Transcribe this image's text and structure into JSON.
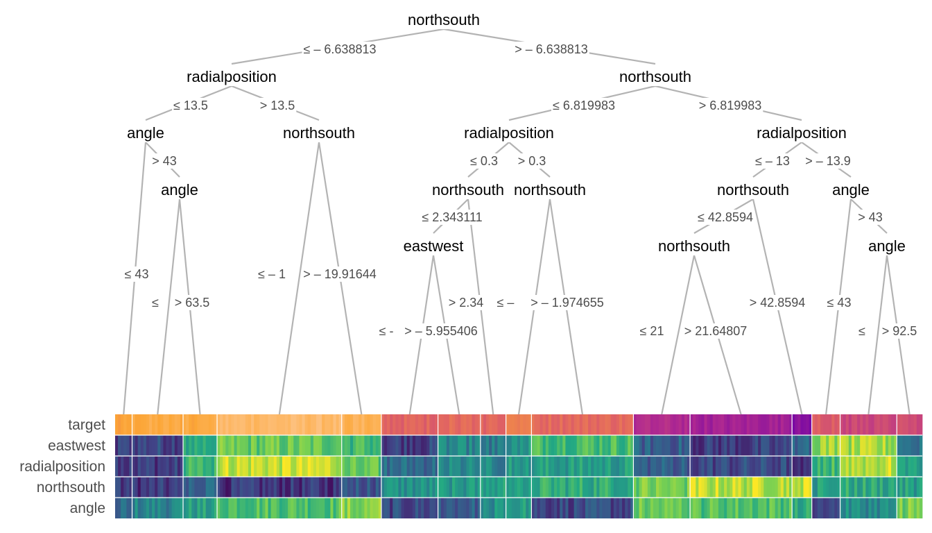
{
  "chart_data": {
    "type": "heatmap",
    "subtype": "decision-tree-heatmap",
    "colors": {
      "tree_lines": "#b3b3b3",
      "target_palette": "plasma",
      "feature_palette": "viridis"
    },
    "rows": [
      "target",
      "eastwest",
      "radialposition",
      "northsouth",
      "angle"
    ],
    "nodes": [
      {
        "id": "n1",
        "label": "northsouth"
      },
      {
        "id": "n2",
        "label": "radialposition"
      },
      {
        "id": "n3",
        "label": "northsouth"
      },
      {
        "id": "n4",
        "label": "angle"
      },
      {
        "id": "n5",
        "label": "northsouth"
      },
      {
        "id": "n6",
        "label": "angle"
      },
      {
        "id": "n7",
        "label": "radialposition"
      },
      {
        "id": "n8",
        "label": "radialposition"
      },
      {
        "id": "n9",
        "label": "northsouth"
      },
      {
        "id": "n10",
        "label": "northsouth"
      },
      {
        "id": "n11",
        "label": "eastwest"
      },
      {
        "id": "n12",
        "label": "northsouth"
      },
      {
        "id": "n13",
        "label": "angle"
      },
      {
        "id": "n14",
        "label": "northsouth"
      },
      {
        "id": "n15",
        "label": "angle"
      }
    ],
    "edges": [
      {
        "from": "n1",
        "to": "n2",
        "label": "≤ – 6.638813"
      },
      {
        "from": "n1",
        "to": "n3",
        "label": "> – 6.638813"
      },
      {
        "from": "n2",
        "to": "n4",
        "label": "≤ 13.5"
      },
      {
        "from": "n2",
        "to": "n5",
        "label": "> 13.5"
      },
      {
        "from": "n3",
        "to": "n7",
        "label": "≤ 6.819983"
      },
      {
        "from": "n3",
        "to": "n8",
        "label": "> 6.819983"
      },
      {
        "from": "n4",
        "to": "leaf1",
        "label": "≤ 43"
      },
      {
        "from": "n4",
        "to": "n6",
        "label": "> 43"
      },
      {
        "from": "n6",
        "to": "leaf2",
        "label": "≤"
      },
      {
        "from": "n6",
        "to": "leaf3",
        "label": "> 63.5"
      },
      {
        "from": "n5",
        "to": "leaf4",
        "label": "≤ – 1"
      },
      {
        "from": "n5",
        "to": "leaf5",
        "label": "> – 19.91644"
      },
      {
        "from": "n7",
        "to": "n9",
        "label": "≤ 0.3"
      },
      {
        "from": "n7",
        "to": "n10",
        "label": "> 0.3"
      },
      {
        "from": "n9",
        "to": "n11",
        "label": "≤ 2.343111"
      },
      {
        "from": "n9",
        "to": "leaf8",
        "label": "> 2.34"
      },
      {
        "from": "n11",
        "to": "leaf6",
        "label": "≤ -"
      },
      {
        "from": "n11",
        "to": "leaf7",
        "label": "> – 5.955406"
      },
      {
        "from": "n10",
        "to": "leaf9",
        "label": "≤ –"
      },
      {
        "from": "n10",
        "to": "leaf10",
        "label": "> – 1.974655"
      },
      {
        "from": "n8",
        "to": "n12",
        "label": "≤ – 13"
      },
      {
        "from": "n8",
        "to": "n13",
        "label": "> – 13.9"
      },
      {
        "from": "n12",
        "to": "n14",
        "label": "≤ 42.8594"
      },
      {
        "from": "n12",
        "to": "leaf13",
        "label": "> 42.8594"
      },
      {
        "from": "n14",
        "to": "leaf11",
        "label": "≤ 21"
      },
      {
        "from": "n14",
        "to": "leaf12",
        "label": "> 21.64807"
      },
      {
        "from": "n13",
        "to": "leaf14",
        "label": "≤ 43"
      },
      {
        "from": "n13",
        "to": "n15",
        "label": "> 43"
      },
      {
        "from": "n15",
        "to": "leaf15",
        "label": "≤"
      },
      {
        "from": "n15",
        "to": "leaf16",
        "label": "> 92.5"
      }
    ],
    "leaves": [
      {
        "id": "leaf1",
        "n": 6,
        "target": 0.78,
        "eastwest": 0.18,
        "radialposition": 0.18,
        "northsouth": 0.18,
        "angle": 0.32
      },
      {
        "id": "leaf2",
        "n": 18,
        "target": 0.82,
        "eastwest": 0.22,
        "radialposition": 0.18,
        "northsouth": 0.16,
        "angle": 0.45
      },
      {
        "id": "leaf3",
        "n": 12,
        "target": 0.82,
        "eastwest": 0.62,
        "radialposition": 0.65,
        "northsouth": 0.35,
        "angle": 0.55
      },
      {
        "id": "leaf4",
        "n": 44,
        "target": 0.9,
        "eastwest": 0.75,
        "radialposition": 0.92,
        "northsouth": 0.15,
        "angle": 0.72
      },
      {
        "id": "leaf5",
        "n": 14,
        "target": 0.86,
        "eastwest": 0.68,
        "radialposition": 0.72,
        "northsouth": 0.28,
        "angle": 0.8
      },
      {
        "id": "leaf6",
        "n": 20,
        "target": 0.6,
        "eastwest": 0.2,
        "radialposition": 0.35,
        "northsouth": 0.5,
        "angle": 0.22
      },
      {
        "id": "leaf7",
        "n": 15,
        "target": 0.62,
        "eastwest": 0.45,
        "radialposition": 0.45,
        "northsouth": 0.52,
        "angle": 0.3
      },
      {
        "id": "leaf8",
        "n": 9,
        "target": 0.6,
        "eastwest": 0.4,
        "radialposition": 0.45,
        "northsouth": 0.55,
        "angle": 0.5
      },
      {
        "id": "leaf9",
        "n": 9,
        "target": 0.66,
        "eastwest": 0.55,
        "radialposition": 0.55,
        "northsouth": 0.58,
        "angle": 0.55
      },
      {
        "id": "leaf10",
        "n": 36,
        "target": 0.62,
        "eastwest": 0.7,
        "radialposition": 0.55,
        "northsouth": 0.62,
        "angle": 0.22
      },
      {
        "id": "leaf11",
        "n": 20,
        "target": 0.4,
        "eastwest": 0.3,
        "radialposition": 0.3,
        "northsouth": 0.78,
        "angle": 0.75
      },
      {
        "id": "leaf12",
        "n": 36,
        "target": 0.36,
        "eastwest": 0.18,
        "radialposition": 0.22,
        "northsouth": 0.9,
        "angle": 0.72
      },
      {
        "id": "leaf13",
        "n": 7,
        "target": 0.28,
        "eastwest": 0.3,
        "radialposition": 0.12,
        "northsouth": 0.92,
        "angle": 0.6
      },
      {
        "id": "leaf14",
        "n": 10,
        "target": 0.58,
        "eastwest": 0.85,
        "radialposition": 0.68,
        "northsouth": 0.55,
        "angle": 0.25
      },
      {
        "id": "leaf15",
        "n": 20,
        "target": 0.5,
        "eastwest": 0.85,
        "radialposition": 0.9,
        "northsouth": 0.6,
        "angle": 0.48
      },
      {
        "id": "leaf16",
        "n": 9,
        "target": 0.52,
        "eastwest": 0.35,
        "radialposition": 0.55,
        "northsouth": 0.55,
        "angle": 0.78
      }
    ]
  }
}
